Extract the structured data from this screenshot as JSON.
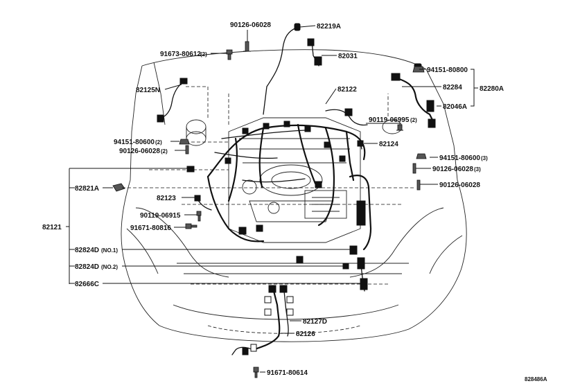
{
  "diagram_id": "828486A",
  "labels": {
    "p90126_06028_top": "90126-06028",
    "p82219A": "82219A",
    "p91673_80612": "91673-80612",
    "qty2_a": "(2)",
    "p82031": "82031",
    "p94151_80800": "94151-80800",
    "p82125N": "82125N",
    "p82122": "82122",
    "p82284": "82284",
    "p82280A": "82280A",
    "p82046A": "82046A",
    "p90119_06995": "90119-06995",
    "qty2_b": "(2)",
    "p94151_80600_left": "94151-80600",
    "qty2_c": "(2)",
    "p90126_06028_left": "90126-06028",
    "qty2_d": "(2)",
    "p82124": "82124",
    "p94151_80600_right": "94151-80600",
    "qty3_a": "(3)",
    "p90126_06028_right": "90126-06028",
    "qty3_b": "(3)",
    "p82821A": "82821A",
    "p90126_06028_right2": "90126-06028",
    "p82123": "82123",
    "p90119_06915": "90119-06915",
    "p82121": "82121",
    "p91671_80816": "91671-80816",
    "p82824D_1": "82824D",
    "no1": "(NO.1)",
    "p82824D_2": "82824D",
    "no2": "(NO.2)",
    "p82666C": "82666C",
    "p82127D": "82127D",
    "p82126": "82126",
    "p91671_80614": "91671-80614"
  }
}
